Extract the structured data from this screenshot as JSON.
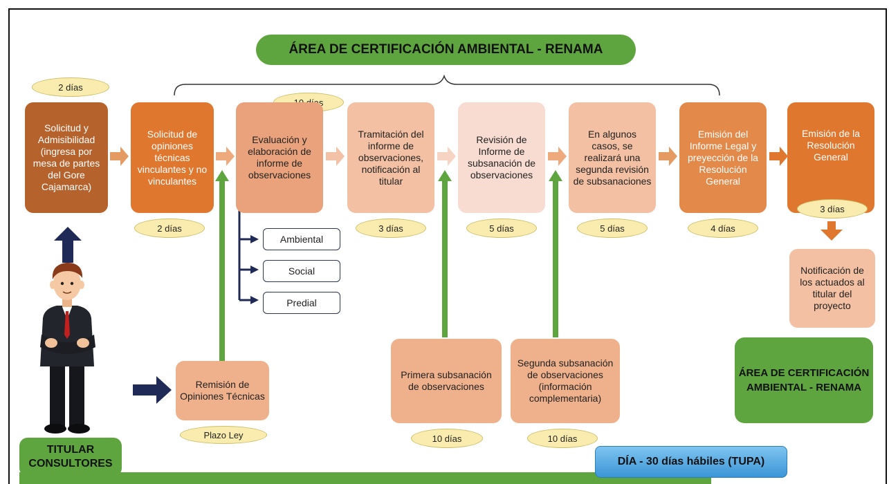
{
  "header": {
    "title": "ÁREA DE CERTIFICACIÓN AMBIENTAL - RENAMA"
  },
  "steps": [
    {
      "label": "Solicitud y Admisibilidad (ingresa por mesa de partes del Gore Cajamarca)",
      "days": "2 días"
    },
    {
      "label": "Solicitud de opiniones técnicas vinculantes y no vinculantes",
      "days": "2 días"
    },
    {
      "label": "Evaluación y elaboración de informe de observaciones",
      "days": "10 días"
    },
    {
      "label": "Tramitación del informe de observaciones, notificación al titular",
      "days": "3 días"
    },
    {
      "label": "Revisión de Informe de subsanación de observaciones",
      "days": "5 días"
    },
    {
      "label": "En algunos casos, se realizará una segunda revisión de subsanaciones",
      "days": "5 días"
    },
    {
      "label": "Emisión del Informe Legal y preyección de la Resolución General",
      "days": "4 días"
    },
    {
      "label": "Emisión de la Resolución General",
      "days": "3 días"
    }
  ],
  "evaluation_types": [
    "Ambiental",
    "Social",
    "Predial"
  ],
  "remision": {
    "label": "Remisión de Opiniones Técnicas",
    "days": "Plazo Ley"
  },
  "primera": {
    "label": "Primera subsanación de observaciones",
    "days": "10 días"
  },
  "segunda": {
    "label": "Segunda subsanación de observaciones (información complementaria)",
    "days": "10 días"
  },
  "notificacion": {
    "label": "Notificación de los actuados al titular del proyecto"
  },
  "area_box": {
    "label": "ÁREA DE CERTIFICACIÓN AMBIENTAL - RENAMA"
  },
  "titular": {
    "label": "TITULAR CONSULTORES"
  },
  "footer": {
    "tupa": "DÍA - 30 días hábiles (TUPA)"
  },
  "colors": {
    "green": "#5fa53f",
    "navy": "#1f2a56",
    "pill": "#f9ecae",
    "dark_orange": "#b5622c",
    "orange": "#e0772f"
  }
}
